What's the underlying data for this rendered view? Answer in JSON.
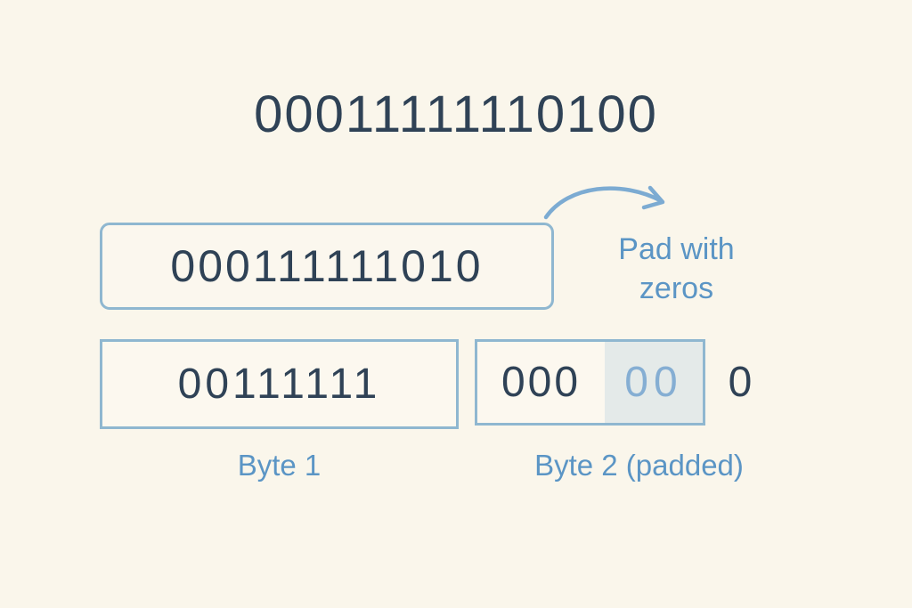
{
  "diagram": {
    "title_bits": "00011111110100",
    "step1": {
      "bits": "000111111010"
    },
    "pad_note": {
      "line1": "Pad with",
      "line2": "zeros"
    },
    "bytes": {
      "byte1": {
        "bits": "00111111",
        "label": "Byte 1"
      },
      "byte2": {
        "kept_bits": "000",
        "pad_bits": "00",
        "overflow_bit": "0",
        "label": "Byte 2 (padded)"
      }
    }
  },
  "colors": {
    "background": "#faf6eb",
    "digit_dark": "#2f4256",
    "accent_blue": "#5b95c5",
    "pad_digit_blue": "#85aed3",
    "box_border": "#8fb7d0",
    "pad_region": "#e4eae9",
    "arrow": "#7cabd2"
  }
}
